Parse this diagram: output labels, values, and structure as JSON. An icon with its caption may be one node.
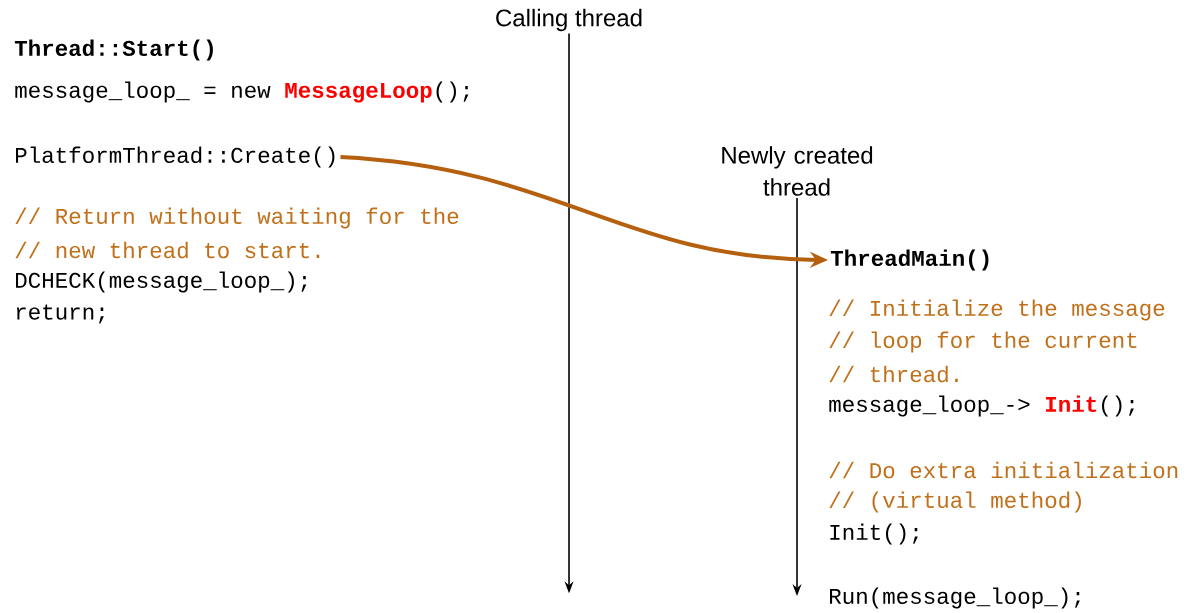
{
  "diagram": {
    "nodes": [
      {
        "text": [
          "Calling thread"
        ]
      },
      {
        "text": [
          "Newly created thread"
        ]
      },
      {
        "text": [
          "PlatformThread::Create()"
        ]
      },
      {
        "text": [
          "ThreadMain()"
        ]
      }
    ],
    "edges": [
      {
        "from": 0,
        "to": null,
        "arrow": "to"
      },
      {
        "from": 1,
        "to": null,
        "arrow": "to"
      },
      {
        "from": 2,
        "to": 3,
        "arrow": "to",
        "style": "thick",
        "color": "#b5600f"
      }
    ],
    "labels": [
      "Thread::Start()",
      "message_loop_ = new",
      "MessageLoop",
      "();",
      "// Return without waiting for the",
      "// new thread to start.",
      "DCHECK(message_loop_);",
      "return;",
      "// Initialize the message",
      "// loop for the current",
      "// thread.",
      "message_loop_->",
      "Init",
      "();",
      "// Do extra initialization",
      "// (virtual method)",
      "Init();",
      "Run(message_loop_);"
    ]
  }
}
